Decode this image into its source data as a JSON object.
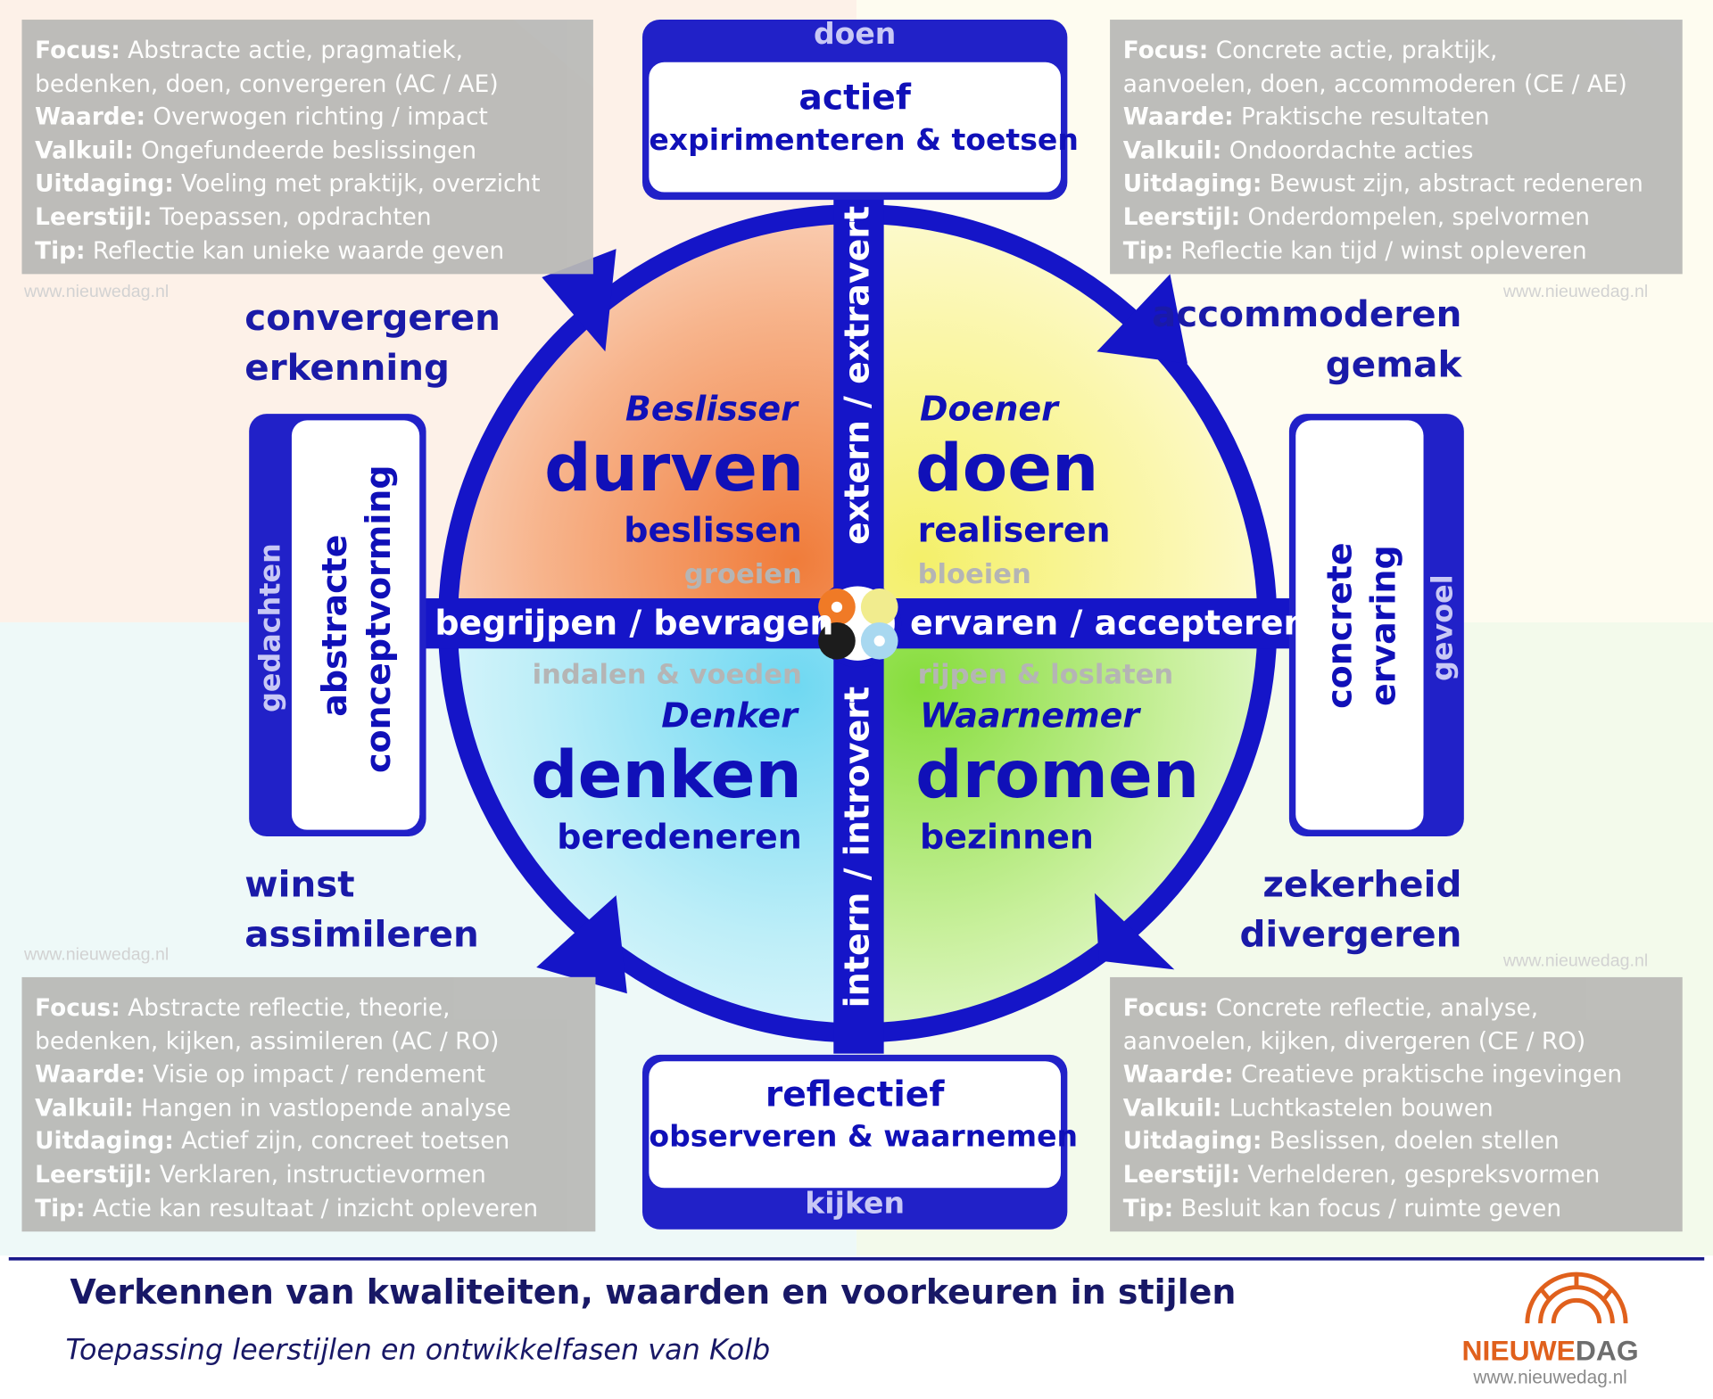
{
  "top_box": {
    "tag": "doen",
    "title": "actief",
    "subtitle": "expirimenteren & toetsen"
  },
  "bottom_box": {
    "tag": "kijken",
    "title": "reflectief",
    "subtitle": "observeren & waarnemen"
  },
  "left_box": {
    "tag": "gedachten",
    "line1": "abstracte",
    "line2": "conceptvorming"
  },
  "right_box": {
    "tag": "gevoel",
    "line1": "concrete",
    "line2": "ervaring"
  },
  "axes": {
    "vertical_top": "extern / extravert",
    "vertical_bottom": "intern / introvert",
    "horizontal_left": "begrijpen / bevragen",
    "horizontal_right": "ervaren / accepteren"
  },
  "quadrants": {
    "top_left": {
      "role": "Beslisser",
      "verb": "durven",
      "sub": "beslissen",
      "phase": "groeien"
    },
    "top_right": {
      "role": "Doener",
      "verb": "doen",
      "sub": "realiseren",
      "phase": "bloeien"
    },
    "bottom_left": {
      "role": "Denker",
      "verb": "denken",
      "sub": "beredeneren",
      "phase": "indalen & voeden"
    },
    "bottom_right": {
      "role": "Waarnemer",
      "verb": "dromen",
      "sub": "bezinnen",
      "phase": "rijpen & loslaten"
    }
  },
  "corners": {
    "top_left": [
      "convergeren",
      "erkenning"
    ],
    "top_right": [
      "accommoderen",
      "gemak"
    ],
    "bottom_left": [
      "winst",
      "assimileren"
    ],
    "bottom_right": [
      "zekerheid",
      "divergeren"
    ]
  },
  "info_boxes": {
    "top_left": [
      {
        "label": "Focus:",
        "text": " Abstracte actie, pragmatiek,"
      },
      {
        "label": "",
        "text": "bedenken, doen, convergeren (AC / AE)"
      },
      {
        "label": "Waarde:",
        "text": " Overwogen richting / impact"
      },
      {
        "label": "Valkuil:",
        "text": " Ongefundeerde beslissingen"
      },
      {
        "label": "Uitdaging:",
        "text": " Voeling met praktijk, overzicht"
      },
      {
        "label": "Leerstijl:",
        "text": " Toepassen, opdrachten"
      },
      {
        "label": "Tip:",
        "text": " Reflectie kan unieke waarde geven"
      }
    ],
    "top_right": [
      {
        "label": "Focus:",
        "text": " Concrete actie, praktijk,"
      },
      {
        "label": "",
        "text": "aanvoelen, doen, accommoderen (CE / AE)"
      },
      {
        "label": "Waarde:",
        "text": " Praktische resultaten"
      },
      {
        "label": "Valkuil:",
        "text": " Ondoordachte acties"
      },
      {
        "label": "Uitdaging:",
        "text": " Bewust zijn, abstract redeneren"
      },
      {
        "label": "Leerstijl:",
        "text": " Onderdompelen, spelvormen"
      },
      {
        "label": "Tip:",
        "text": " Reflectie kan tijd / winst opleveren"
      }
    ],
    "bottom_left": [
      {
        "label": "Focus:",
        "text": " Abstracte reflectie, theorie,"
      },
      {
        "label": "",
        "text": "bedenken, kijken, assimileren (AC / RO)"
      },
      {
        "label": "Waarde:",
        "text": " Visie op impact / rendement"
      },
      {
        "label": "Valkuil:",
        "text": " Hangen in vastlopende analyse"
      },
      {
        "label": "Uitdaging:",
        "text": " Actief zijn, concreet toetsen"
      },
      {
        "label": "Leerstijl:",
        "text": " Verklaren, instructievormen"
      },
      {
        "label": "Tip:",
        "text": " Actie kan resultaat / inzicht opleveren"
      }
    ],
    "bottom_right": [
      {
        "label": "Focus:",
        "text": " Concrete reflectie, analyse,"
      },
      {
        "label": "",
        "text": "aanvoelen, kijken, divergeren (CE / RO)"
      },
      {
        "label": "Waarde:",
        "text": " Creatieve praktische ingevingen"
      },
      {
        "label": "Valkuil:",
        "text": " Luchtkastelen bouwen"
      },
      {
        "label": "Uitdaging:",
        "text": " Beslissen, doelen stellen"
      },
      {
        "label": "Leerstijl:",
        "text": " Verhelderen, gespreksvormen"
      },
      {
        "label": "Tip:",
        "text": " Besluit kan focus / ruimte geven"
      }
    ]
  },
  "watermark": "www.nieuwedag.nl",
  "footer": {
    "title": "Verkennen van kwaliteiten, waarden en voorkeuren in stijlen",
    "subtitle": "Toepassing leerstijlen en ontwikkelfasen van Kolb",
    "logo_text_a": "NIEUWE",
    "logo_text_b": "DAG",
    "logo_url": "www.nieuwedag.nl"
  },
  "colors": {
    "navy": "#1010b8",
    "ring": "#1515c8",
    "orange": "#f08a4a",
    "yellow": "#f4f07a",
    "cyan": "#7fdcf2",
    "green": "#9be35a",
    "info_grey": "#b9b9b6",
    "logo_orange": "#e0601c"
  }
}
